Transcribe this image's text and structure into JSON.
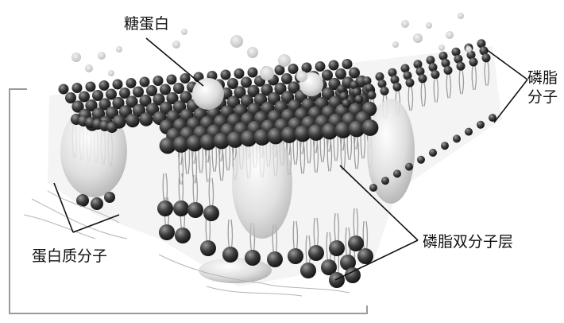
{
  "labels": {
    "glycoprotein": "糖蛋白",
    "phospholipid_molecule_line1": "磷脂",
    "phospholipid_molecule_line2": "分子",
    "protein_molecule": "蛋白质分子",
    "phospholipid_bilayer": "磷脂双分子层"
  },
  "colors": {
    "head_dark": "#2e2e2e",
    "head_light": "#8a8a8a",
    "tail": "#9a9a9a",
    "protein": "#d9d9d9",
    "leader_line": "#111111"
  }
}
